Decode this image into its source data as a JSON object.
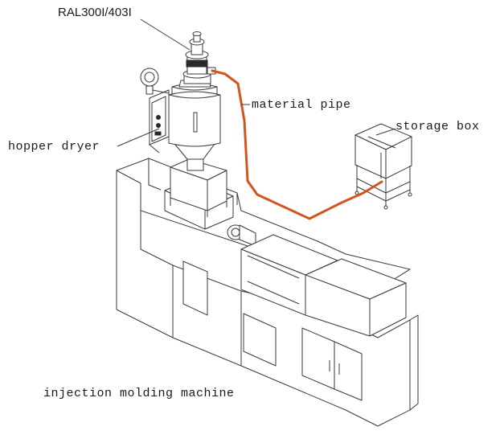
{
  "labels": {
    "model": "RAL300I/403I",
    "material_pipe": "material pipe",
    "storage_box": "storage box",
    "hopper_dryer": "hopper dryer",
    "injection_molding_machine": "injection molding machine"
  },
  "colors": {
    "line": "#3a3a3a",
    "pipe": "#d2541e",
    "text": "#1a1a1a",
    "background": "#ffffff"
  }
}
